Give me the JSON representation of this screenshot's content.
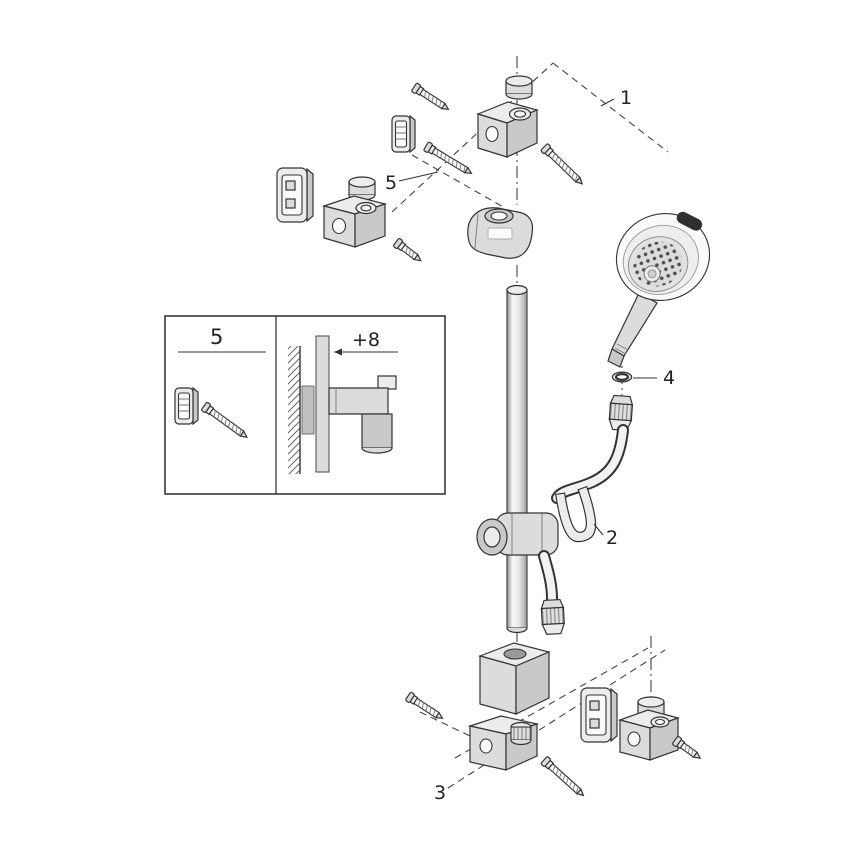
{
  "colors": {
    "line": "#333333",
    "background": "#ffffff",
    "metal_light": "#ececec",
    "metal_dark": "#c9c9c9"
  },
  "callouts": {
    "c1": "1",
    "c2": "2",
    "c3": "3",
    "c4": "4",
    "c5": "5"
  },
  "inset": {
    "panel_label": "5",
    "offset_dimension": "+8"
  }
}
